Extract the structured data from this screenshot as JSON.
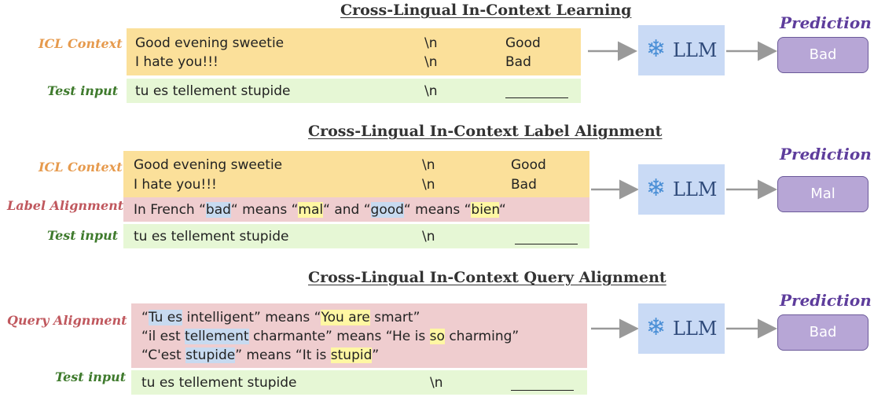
{
  "panel1": {
    "title": "Cross-Lingual In-Context Learning",
    "icl_label": "ICL Context",
    "test_label": "Test input",
    "ctx_rows": [
      {
        "text": "Good evening sweetie",
        "sep": "\\n",
        "label": "Good"
      },
      {
        "text": "I hate you!!!",
        "sep": "\\n",
        "label": "Bad"
      }
    ],
    "test_row": {
      "text": "tu es tellement stupide",
      "sep": "\\n"
    },
    "llm": "LLM",
    "prediction_title": "Prediction",
    "prediction": "Bad"
  },
  "panel2": {
    "title": "Cross-Lingual In-Context  Label Alignment",
    "icl_label": "ICL Context",
    "align_label": "Label Alignment",
    "test_label": "Test input",
    "ctx_rows": [
      {
        "text": "Good evening sweetie",
        "sep": "\\n",
        "label": "Good"
      },
      {
        "text": "I hate you!!!",
        "sep": "\\n",
        "label": "Bad"
      }
    ],
    "alignment": {
      "p1": "In French “",
      "w1": "bad",
      "p2": "“ means “",
      "w2": "mal",
      "p3": "“ and “",
      "w3": "good",
      "p4": "“ means “",
      "w4": "bien",
      "p5": "“"
    },
    "test_row": {
      "text": "tu es tellement stupide",
      "sep": "\\n"
    },
    "llm": "LLM",
    "prediction_title": "Prediction",
    "prediction": "Mal"
  },
  "panel3": {
    "title": "Cross-Lingual In-Context Query Alignment",
    "align_label": "Query Alignment",
    "test_label": "Test input",
    "line1": {
      "a": "“",
      "b": "Tu es",
      "c": " intelligent” means “",
      "d": "You are",
      "e": " smart”"
    },
    "line2": {
      "a": "“il est ",
      "b": "tellement",
      "c": " charmante” means “He is ",
      "d": "so",
      "e": " charming”"
    },
    "line3": {
      "a": "“C'est ",
      "b": "stupide",
      "c": "” means “It is ",
      "d": "stupid",
      "e": "”"
    },
    "test_row": {
      "text": "tu es tellement stupide",
      "sep": "\\n"
    },
    "llm": "LLM",
    "prediction_title": "Prediction",
    "prediction": "Bad"
  },
  "icons": {
    "llm_icon": "snowflake-icon",
    "arrow": "right-arrow-icon"
  },
  "colors": {
    "icl_context_bg": "#fbe09a",
    "test_input_bg": "#e6f7d5",
    "alignment_bg": "#efcdcf",
    "llm_bg": "#c9daf5",
    "prediction_bg": "#b7a6d6",
    "source_highlight": "#c7daf0",
    "target_highlight": "#fff7a3"
  }
}
